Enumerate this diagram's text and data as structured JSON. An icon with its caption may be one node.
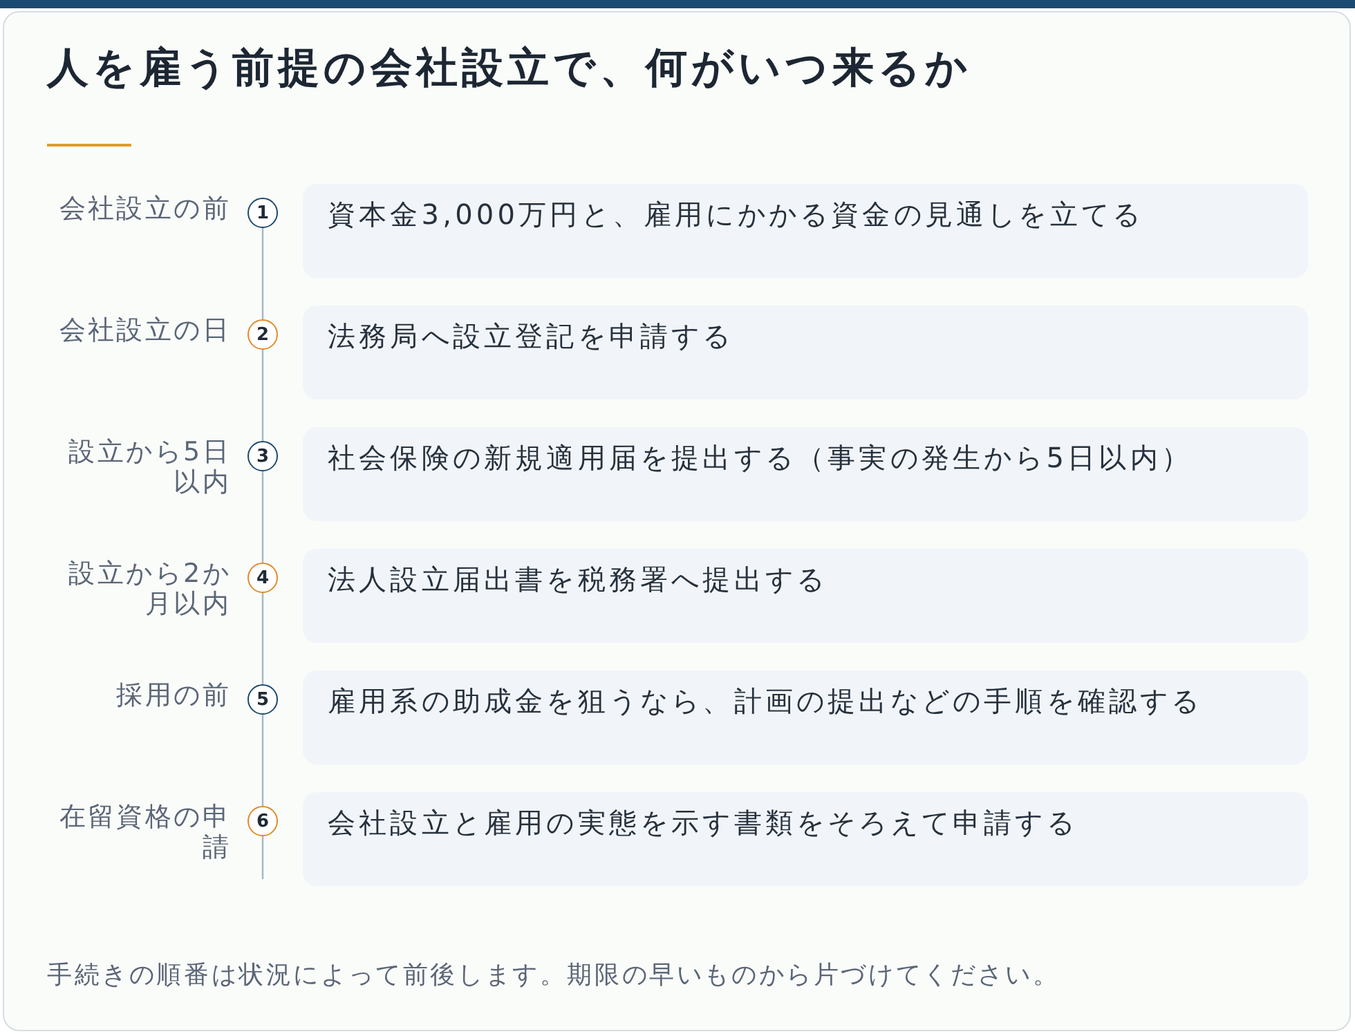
{
  "diagram": {
    "title": "人を雇う前提の会社設立で、何がいつ来るか",
    "caption": "手続きの順番は状況によって前後します。期限の早いものから片づけてください。",
    "nodes": [
      {
        "text": [
          "1"
        ],
        "beside": [
          "会社設立の前"
        ]
      },
      {
        "text": [
          "資本金3,000万円と、雇用にかかる資金の見通しを立てる"
        ]
      },
      {
        "text": [
          "2"
        ],
        "beside": [
          "会社設立の日"
        ]
      },
      {
        "text": [
          "法務局へ設立登記を申請する"
        ]
      },
      {
        "text": [
          "3"
        ],
        "beside": [
          "設立から5日以内"
        ]
      },
      {
        "text": [
          "社会保険の新規適用届を提出する（事実の発生から5日以内）"
        ]
      },
      {
        "text": [
          "4"
        ],
        "beside": [
          "設立から2か月以内"
        ]
      },
      {
        "text": [
          "法人設立届出書を税務署へ提出する"
        ]
      },
      {
        "text": [
          "5"
        ],
        "beside": [
          "採用の前"
        ]
      },
      {
        "text": [
          "雇用系の助成金を狙うなら、計画の提出などの手順を確認する"
        ]
      },
      {
        "text": [
          "6"
        ],
        "beside": [
          "在留資格の申請"
        ]
      },
      {
        "text": [
          "会社設立と雇用の実態を示す書類をそろえて申請する"
        ]
      }
    ],
    "edges": [
      {
        "from": 0,
        "to": 2,
        "arrow": "none"
      },
      {
        "from": 2,
        "to": 4,
        "arrow": "none"
      },
      {
        "from": 4,
        "to": 6,
        "arrow": "none"
      },
      {
        "from": 6,
        "to": 8,
        "arrow": "none"
      },
      {
        "from": 8,
        "to": 10,
        "arrow": "none"
      }
    ]
  }
}
